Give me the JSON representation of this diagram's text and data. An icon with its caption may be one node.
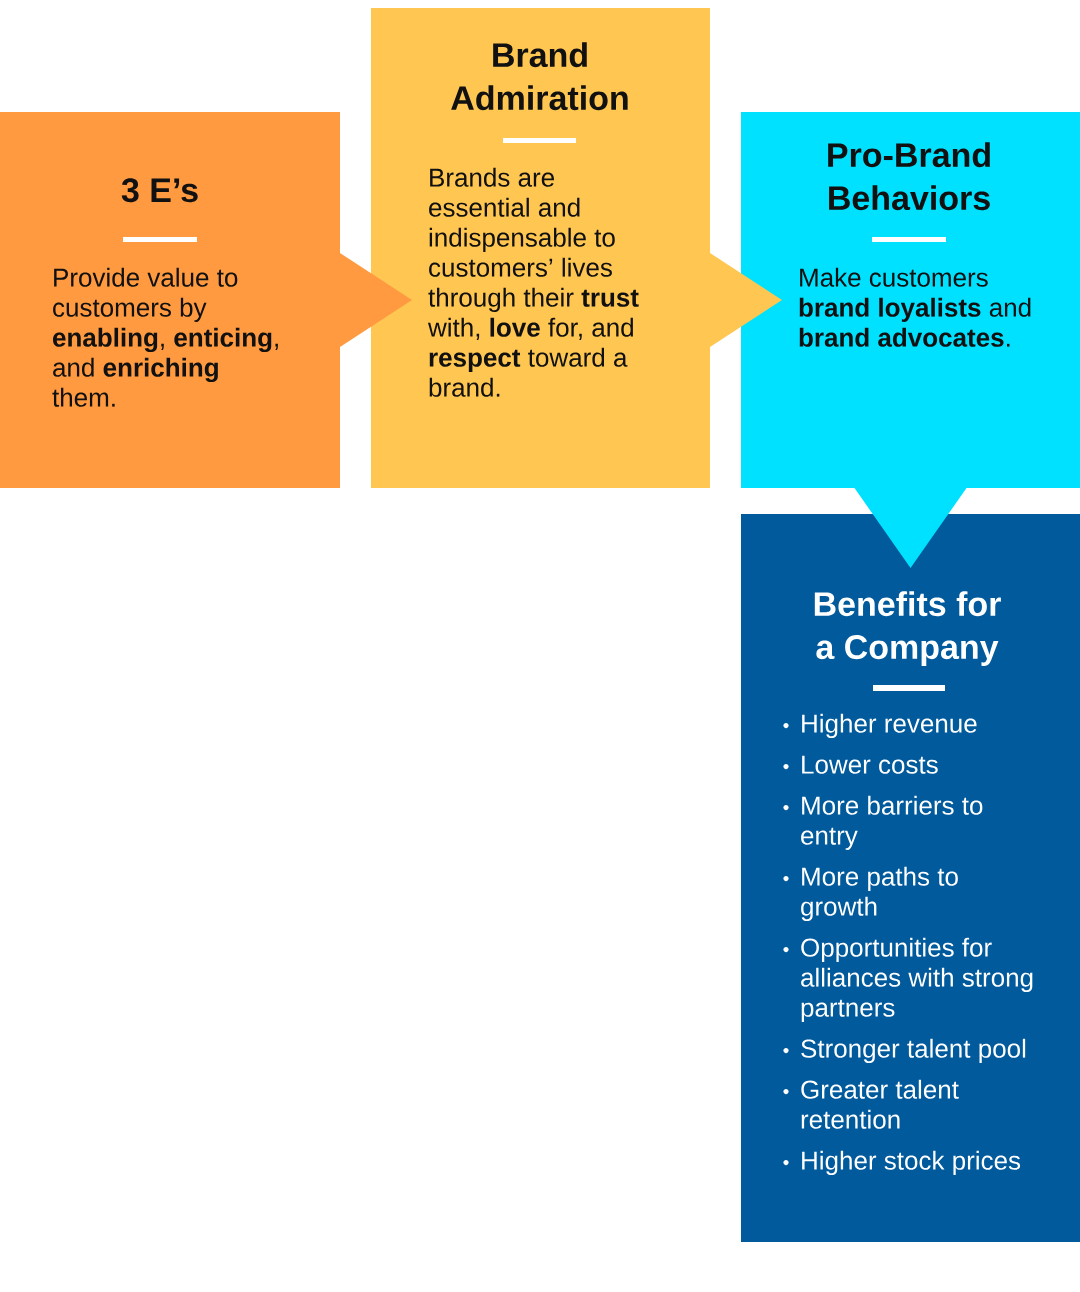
{
  "diagram": {
    "nodes": [
      {
        "text": [
          "3 E’s",
          "Provide value to customers by **enabling**, **enticing**, and **enriching** them."
        ]
      },
      {
        "text": [
          "Brand Admiration",
          "Brands are essential and indispensable to customers’ lives through their **trust** with, **love** for, and **respect** toward a brand."
        ]
      },
      {
        "text": [
          "Pro-Brand Behaviors",
          "Make customers **brand loyalists** and **brand advocates**."
        ]
      },
      {
        "text": [
          "Benefits for a Company",
          "Higher revenue",
          "Lower costs",
          "More barriers to entry",
          "More paths to growth",
          "Opportunities for alliances with strong partners",
          "Stronger talent pool",
          "Greater talent retention",
          "Higher stock prices"
        ]
      }
    ],
    "edges": [
      {
        "from": 0,
        "to": 1,
        "arrow": "to"
      },
      {
        "from": 1,
        "to": 2,
        "arrow": "to"
      },
      {
        "from": 2,
        "to": 3,
        "arrow": "to"
      }
    ]
  }
}
